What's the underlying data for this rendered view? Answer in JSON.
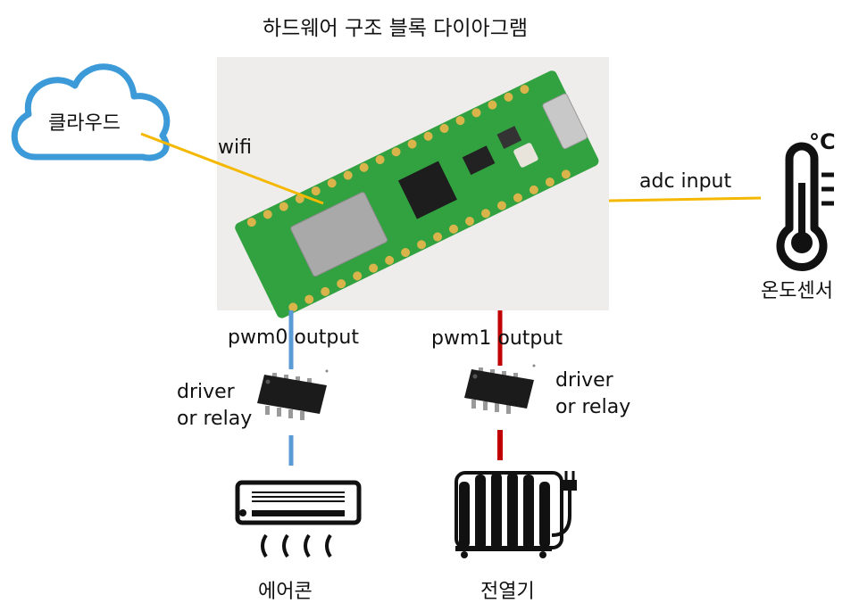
{
  "title": "하드웨어 구조 블록 다이아그램",
  "nodes": {
    "cloud": {
      "label": "클라우드",
      "color": "#3d9ad8"
    },
    "board": {
      "label": ""
    },
    "temp_sensor": {
      "label": "온도센서",
      "icon": "thermometer-icon",
      "unit_glyph": "°C"
    },
    "aircon": {
      "label": "에어콘",
      "icon": "air-conditioner-icon"
    },
    "heater": {
      "label": "전열기",
      "icon": "oil-heater-icon"
    },
    "chip_left": {
      "label_line1": "driver",
      "label_line2": "or relay",
      "icon": "ic-chip-icon"
    },
    "chip_right": {
      "label_line1": "driver",
      "label_line2": "or relay",
      "icon": "ic-chip-icon"
    }
  },
  "edges": {
    "wifi": {
      "label": "wifi",
      "color": "#f5b800"
    },
    "adc": {
      "label": "adc input",
      "color": "#f5b800"
    },
    "pwm0": {
      "label": "pwm0 output",
      "color": "#5b9bd5"
    },
    "pwm1": {
      "label": "pwm1 output",
      "color": "#c00000"
    }
  }
}
